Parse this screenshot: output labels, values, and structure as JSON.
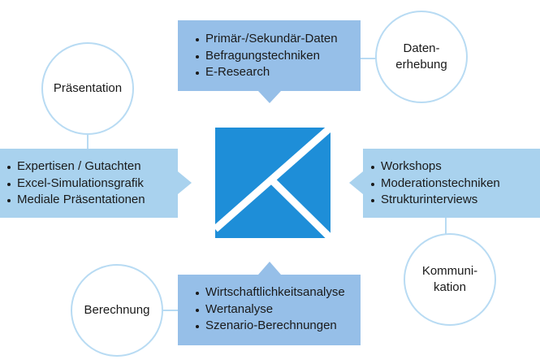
{
  "colors": {
    "box_light": "#a9d2ee",
    "box_dark": "#96bfe8",
    "circle_border": "#b8dbf3",
    "logo_blue": "#1e8ed8",
    "text": "#1a1a1a"
  },
  "logo": {
    "icon": "k-mark-logo-icon"
  },
  "top": {
    "items": [
      "Primär-/Sekundär-Daten",
      "Befragungstechniken",
      "E-Research"
    ],
    "circle": "Daten-\nerhebung"
  },
  "left": {
    "items": [
      "Expertisen / Gutachten",
      "Excel-Simulationsgrafik",
      "Mediale Präsentationen"
    ],
    "circle": "Präsentation"
  },
  "right": {
    "items": [
      "Workshops",
      "Moderationstechniken",
      "Strukturinterviews"
    ],
    "circle": "Kommuni-\nkation"
  },
  "bottom": {
    "items": [
      "Wirtschaftlichkeitsanalyse",
      "Wertanalyse",
      "Szenario-Berechnungen"
    ],
    "circle": "Berechnung"
  }
}
